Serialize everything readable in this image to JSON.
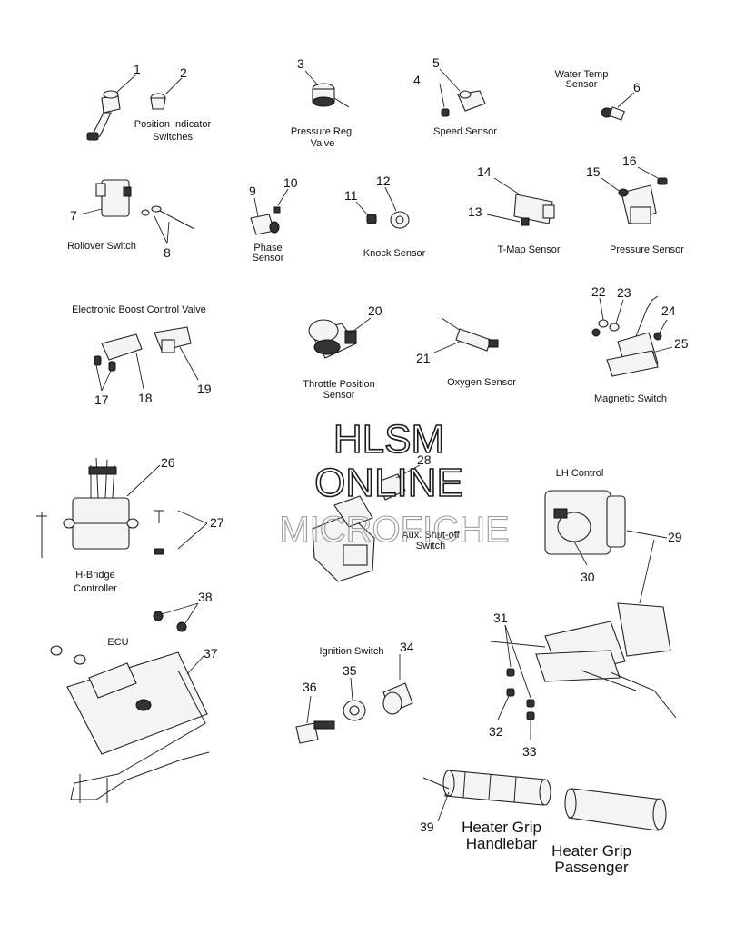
{
  "callouts": [
    "1",
    "2",
    "3",
    "4",
    "5",
    "6",
    "7",
    "8",
    "9",
    "10",
    "11",
    "12",
    "13",
    "14",
    "15",
    "16",
    "17",
    "18",
    "19",
    "20",
    "21",
    "22",
    "23",
    "24",
    "25",
    "26",
    "27",
    "28",
    "29",
    "30",
    "31",
    "32",
    "33",
    "34",
    "35",
    "36",
    "37",
    "38",
    "39"
  ],
  "captions": {
    "position_indicator": [
      "Position Indicator",
      "Switches"
    ],
    "pressure_reg": [
      "Pressure Reg.",
      "Valve"
    ],
    "speed_sensor": "Speed Sensor",
    "water_temp": [
      "Water Temp",
      "Sensor"
    ],
    "rollover": "Rollover Switch",
    "phase": [
      "Phase",
      "Sensor"
    ],
    "knock": "Knock Sensor",
    "tmap": "T-Map Sensor",
    "pressure_sensor": "Pressure Sensor",
    "boost": "Electronic Boost Control Valve",
    "throttle": [
      "Throttle Position",
      "Sensor"
    ],
    "oxygen": "Oxygen Sensor",
    "magnetic": "Magnetic Switch",
    "hbridge": [
      "H-Bridge",
      "Controller"
    ],
    "aux_shutoff": [
      "Aux. Shut-off",
      "Switch"
    ],
    "lh_control": "LH Control",
    "ecu": "ECU",
    "ignition": "Ignition Switch",
    "grip_handlebar": [
      "Heater Grip",
      "Handlebar"
    ],
    "grip_passenger": [
      "Heater Grip",
      "Passenger"
    ]
  },
  "watermark": [
    "HLSM",
    "ONLINE",
    "MICROFICHE"
  ]
}
